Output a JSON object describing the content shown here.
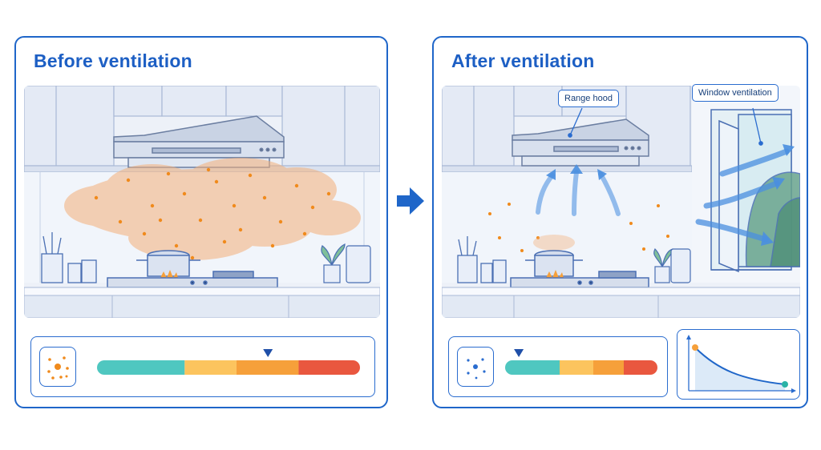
{
  "before": {
    "title": "Before ventilation",
    "pollution_level": 0.65,
    "particle_icon": "particles-dense-icon",
    "arrow_icon": "level-indicator-icon"
  },
  "after": {
    "title": "After ventilation",
    "pollution_level": 0.09,
    "particle_icon": "particles-sparse-icon",
    "labels": {
      "range_hood": "Range hood",
      "window": "Window ventilation"
    },
    "trend": {
      "start": "high",
      "end": "low"
    }
  },
  "transition_icon": "right-arrow-icon",
  "colors": {
    "accent": "#1f66c9",
    "smoke": "#f4b07a",
    "particle": "#f08a1c",
    "airflow": "#4a8fe0",
    "scale": [
      "#4fc7c0",
      "#fcc45e",
      "#f6a03a",
      "#e9573f"
    ]
  }
}
